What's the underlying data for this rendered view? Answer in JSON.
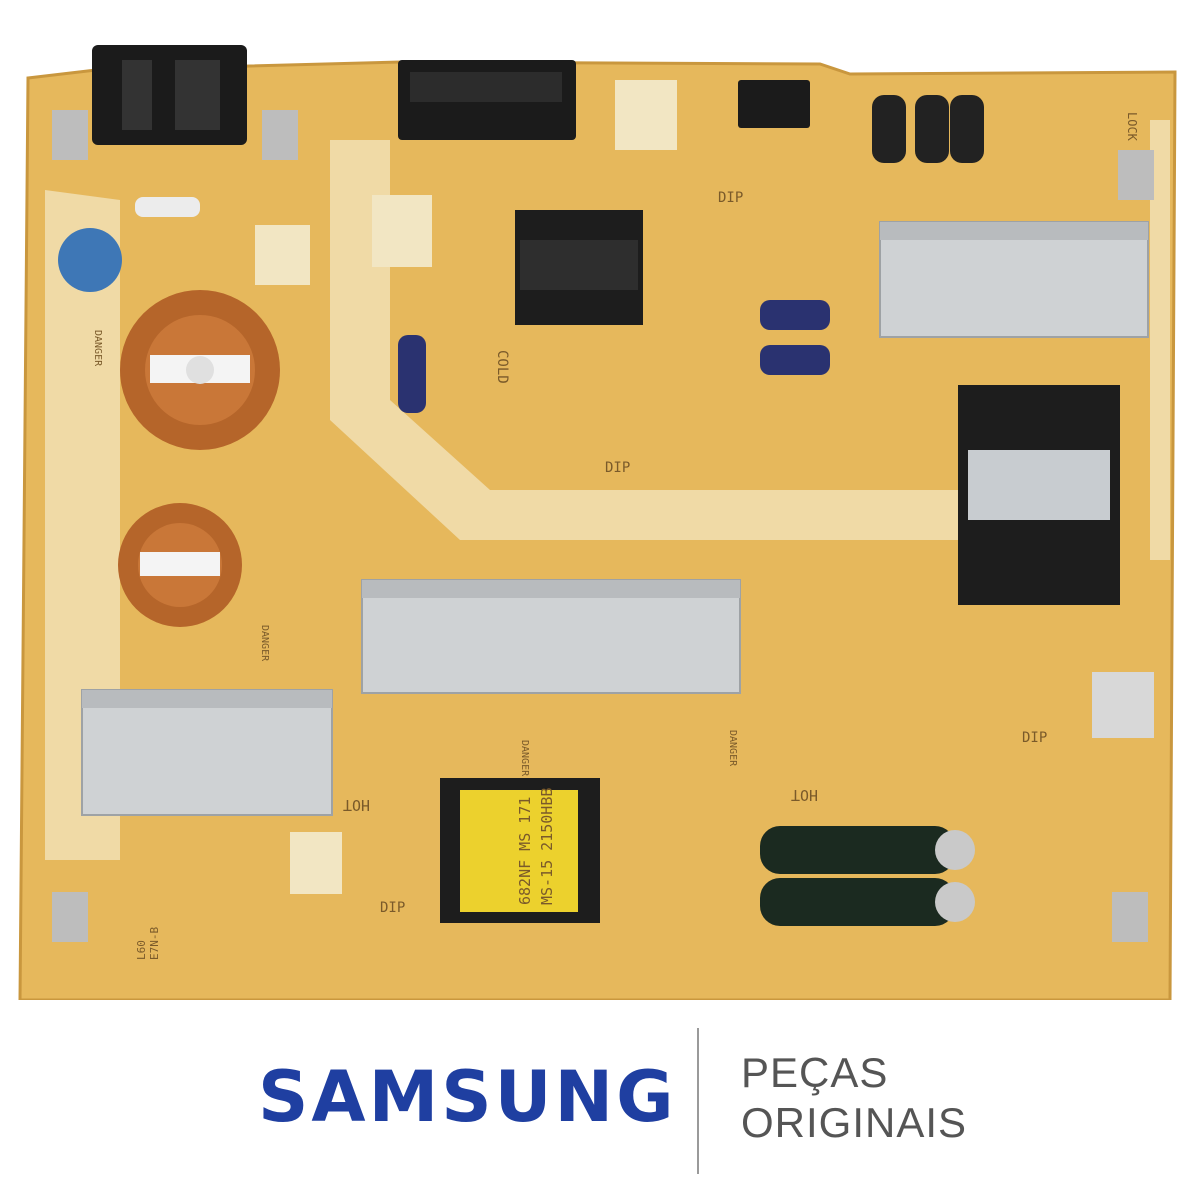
{
  "brand": {
    "wordmark": "SAMSUNG",
    "color": "#1f3fa1"
  },
  "tagline": {
    "line1": "PEÇAS",
    "line2": "ORIGINAIS",
    "color": "#555555"
  },
  "photo": {
    "subject": "power-supply-board",
    "board_color": "#e6b85c",
    "silkscreen_labels": {
      "dip_a": "DIP",
      "dip_b": "DIP",
      "dip_c": "DIP",
      "dip_d": "DIP",
      "cold": "COLD",
      "hot_a": "HOT",
      "hot_b": "HOT",
      "danger_a": "DANGER",
      "danger_b": "DANGER",
      "danger_c": "DANGER",
      "danger_d": "DANGER",
      "lock": "LOCK",
      "transformer_text_1": "682NF MS 171",
      "transformer_text_2": "MS-15 2150HBB",
      "part_label_1": "L60",
      "part_label_2": "E7N-B"
    }
  }
}
